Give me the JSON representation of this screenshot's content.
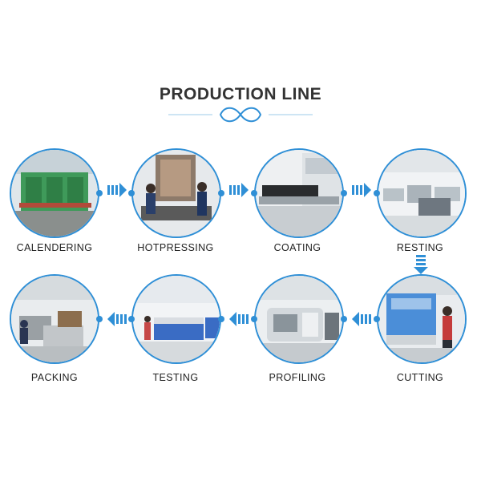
{
  "title": "PRODUCTION LINE",
  "colors": {
    "accent": "#2f8fd6",
    "arrow": "#2f8fd6",
    "title": "#333333"
  },
  "row1": [
    {
      "label": "CALENDERING",
      "icon": "calendering-machine-photo"
    },
    {
      "label": "HOTPRESSING",
      "icon": "hotpressing-workers-photo"
    },
    {
      "label": "COATING",
      "icon": "coating-machine-photo"
    },
    {
      "label": "RESTING",
      "icon": "resting-warehouse-photo"
    }
  ],
  "row2": [
    {
      "label": "PACKING",
      "icon": "packing-photo"
    },
    {
      "label": "TESTING",
      "icon": "testing-lab-photo"
    },
    {
      "label": "PROFILING",
      "icon": "profiling-cnc-photo"
    },
    {
      "label": "CUTTING",
      "icon": "cutting-machine-photo"
    }
  ]
}
